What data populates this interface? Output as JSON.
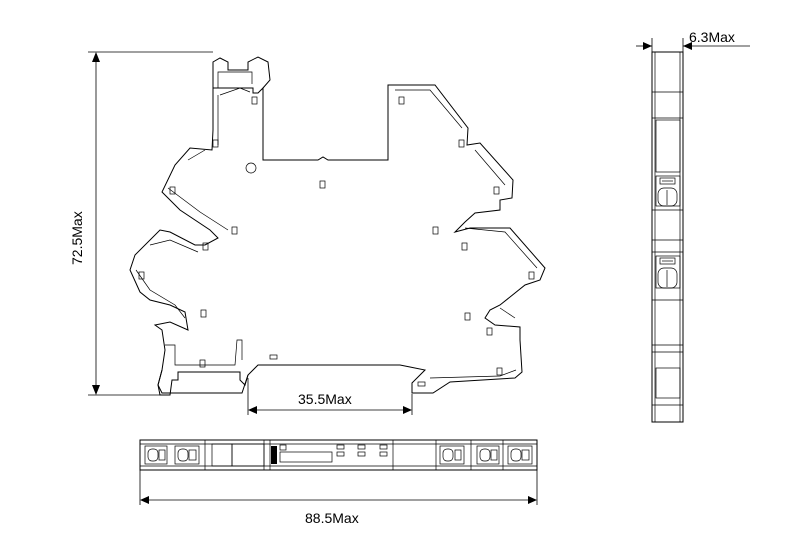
{
  "dimensions": {
    "height": "72.5Max",
    "slot_width": "35.5Max",
    "side_thickness": "6.3Max",
    "length": "88.5Max"
  },
  "colors": {
    "line": "#000000",
    "background": "#ffffff"
  }
}
